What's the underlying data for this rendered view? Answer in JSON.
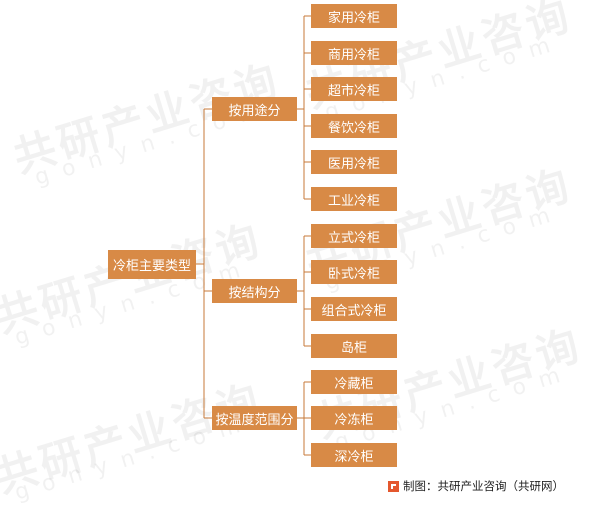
{
  "root": {
    "label": "冷柜主要类型"
  },
  "groups": [
    {
      "label": "按用途分",
      "items": [
        "家用冷柜",
        "商用冷柜",
        "超市冷柜",
        "餐饮冷柜",
        "医用冷柜",
        "工业冷柜"
      ]
    },
    {
      "label": "按结构分",
      "items": [
        "立式冷柜",
        "卧式冷柜",
        "组合式冷柜",
        "岛柜"
      ]
    },
    {
      "label": "按温度范围分",
      "items": [
        "冷藏柜",
        "冷冻柜",
        "深冷柜"
      ]
    }
  ],
  "watermark": {
    "text": "共研产业咨询",
    "sub": "gonyn.com"
  },
  "footer": {
    "source": "制图：共研产业咨询（共研网）"
  },
  "colors": {
    "box": "#d88a46",
    "line": "#c77a3a"
  }
}
